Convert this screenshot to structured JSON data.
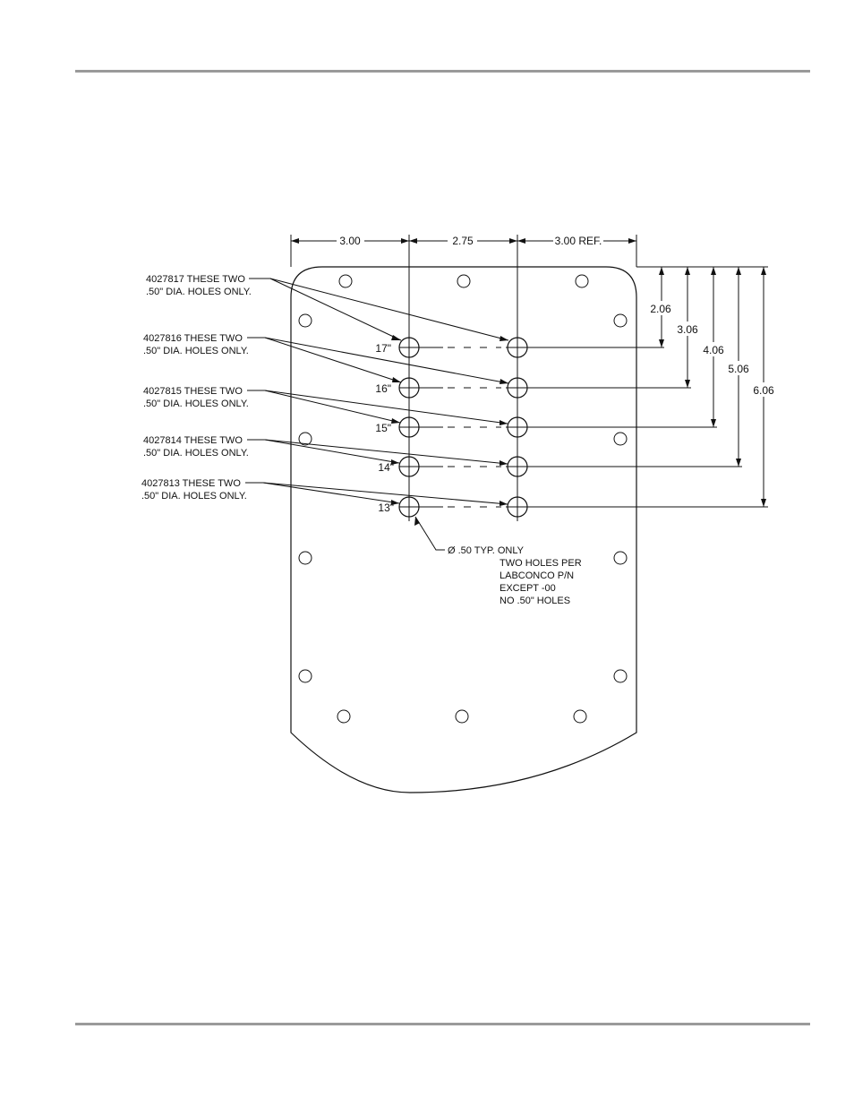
{
  "dimensions_horizontal": [
    "3.00",
    "2.75",
    "3.00 REF."
  ],
  "dimensions_vertical": [
    "2.06",
    "3.06",
    "4.06",
    "5.06",
    "6.06"
  ],
  "size_labels": [
    "17\"",
    "16\"",
    "15\"",
    "14\"",
    "13\""
  ],
  "callouts": [
    {
      "line1": "4027817 THESE TWO",
      "line2": ".50\" DIA. HOLES ONLY."
    },
    {
      "line1": "4027816 THESE TWO",
      "line2": ".50\" DIA. HOLES ONLY."
    },
    {
      "line1": "4027815 THESE TWO",
      "line2": ".50\" DIA. HOLES ONLY."
    },
    {
      "line1": "4027814 THESE TWO",
      "line2": ".50\" DIA. HOLES ONLY."
    },
    {
      "line1": "4027813 THESE TWO",
      "line2": ".50\" DIA. HOLES ONLY."
    }
  ],
  "typ_note": [
    "Ø .50 TYP. ONLY",
    "TWO HOLES PER",
    "LABCONCO P/N",
    "EXCEPT -00",
    "NO .50\" HOLES"
  ]
}
